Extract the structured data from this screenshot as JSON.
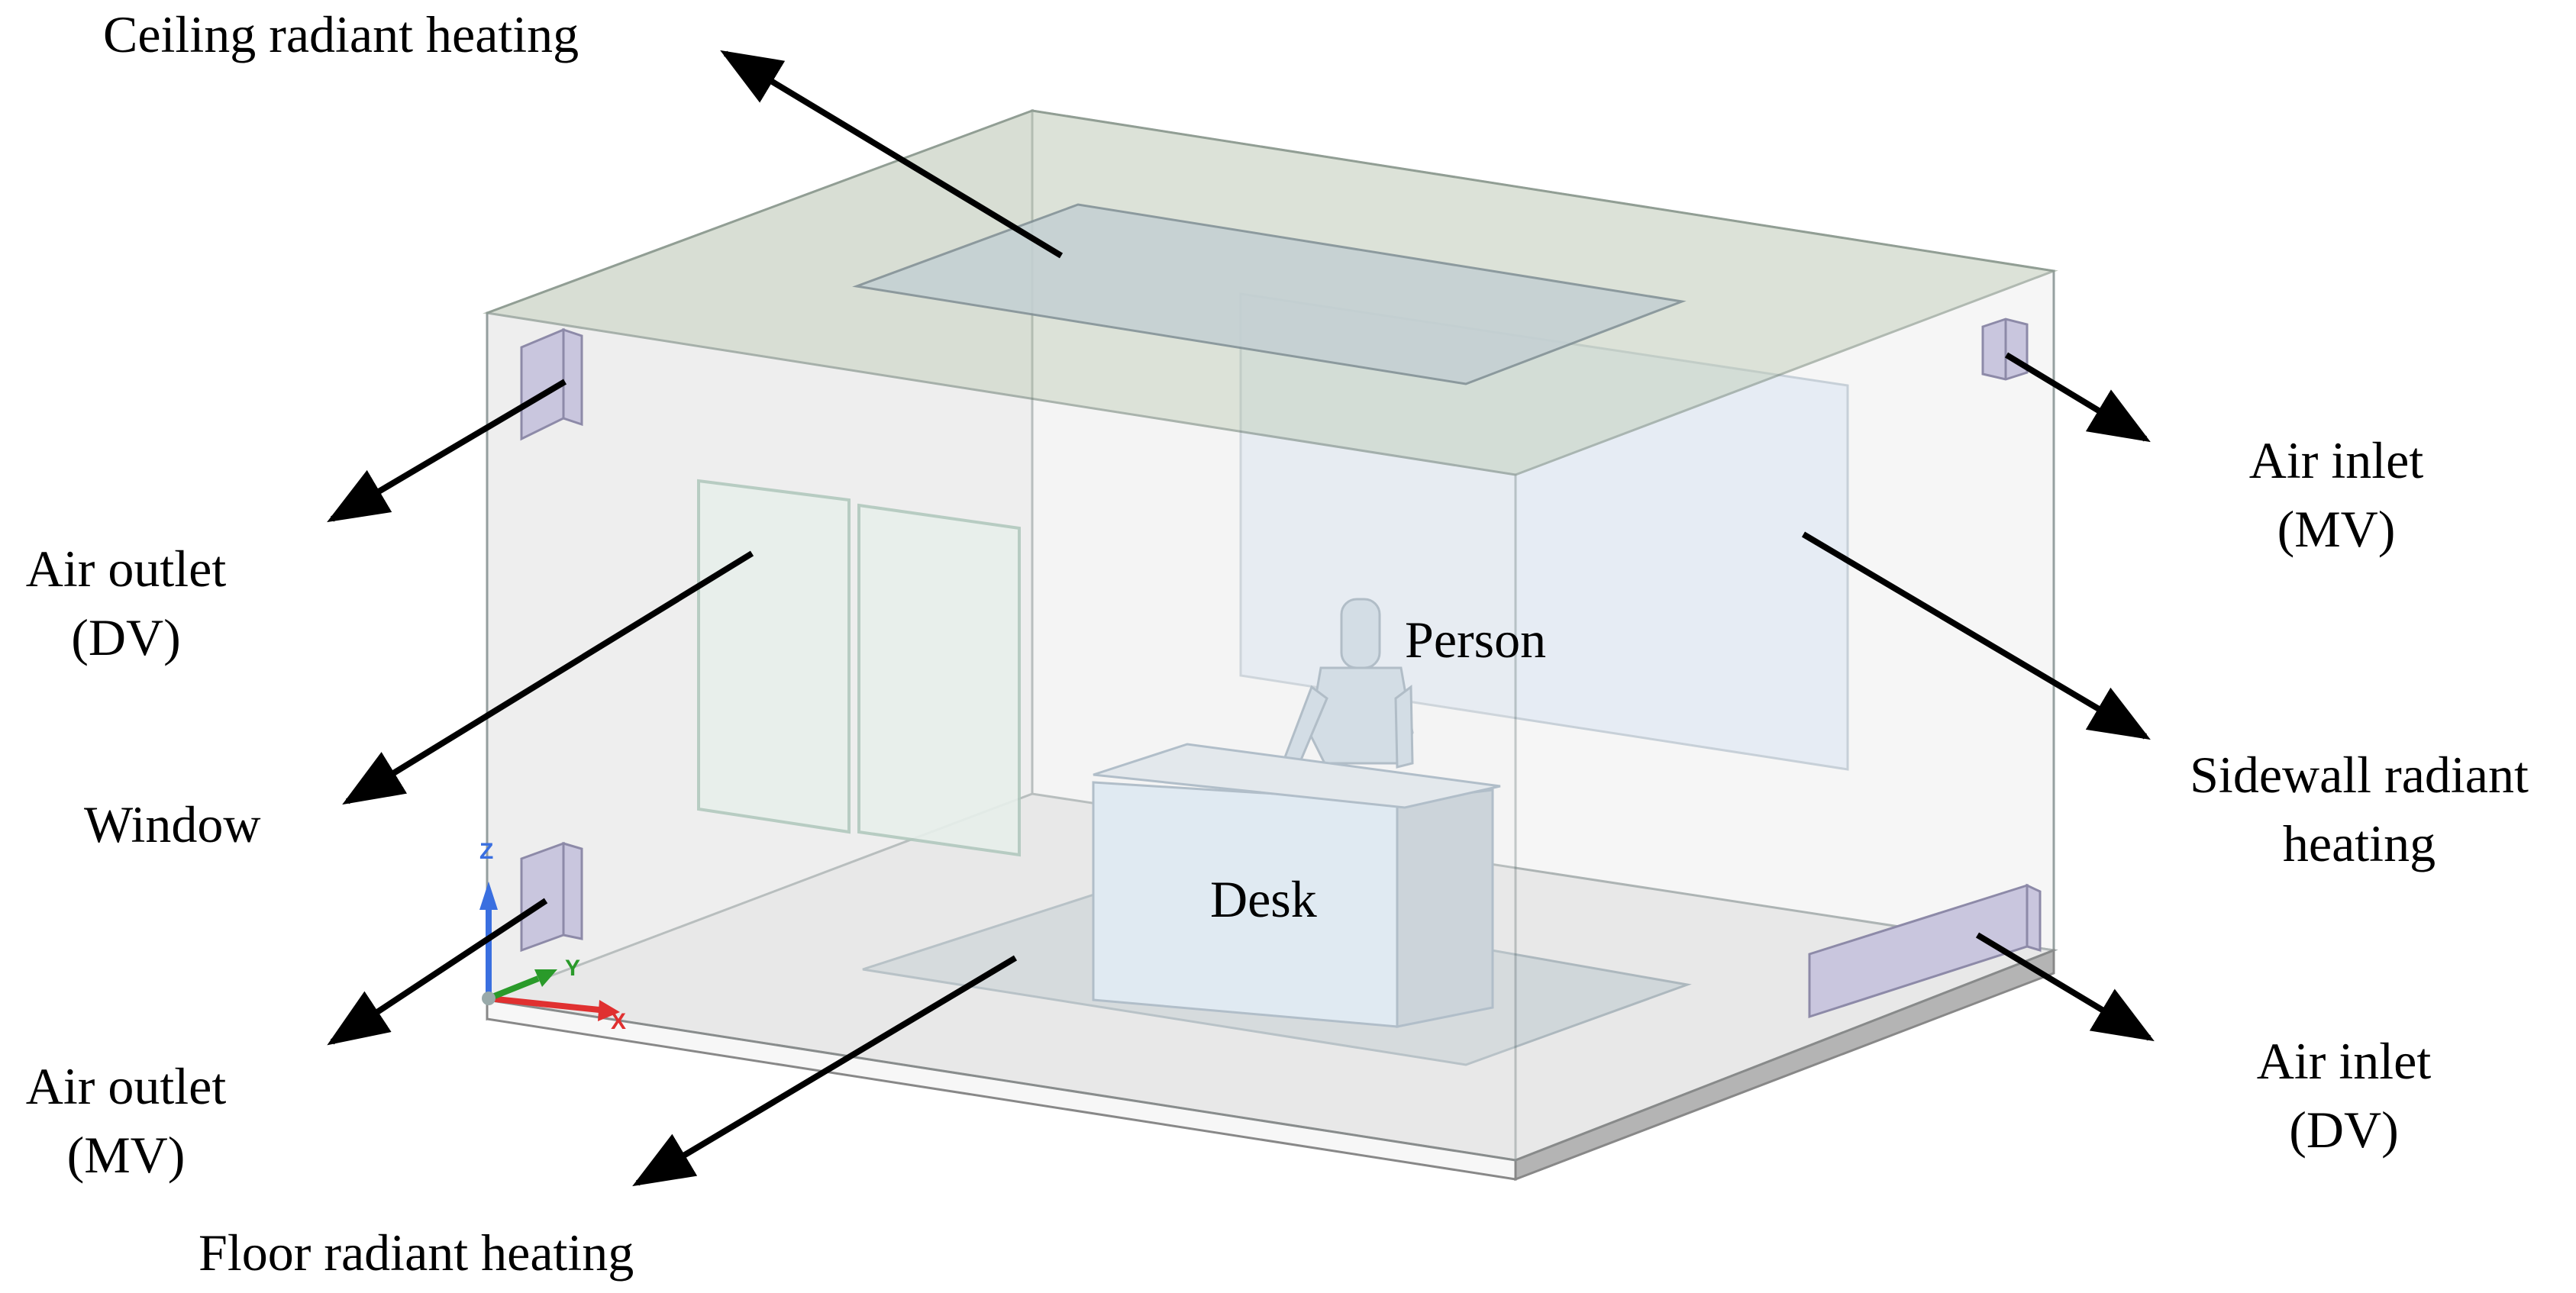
{
  "labels": {
    "ceiling": "Ceiling  radiant  heating",
    "air_outlet_dv_1": "Air outlet",
    "air_outlet_dv_2": "(DV)",
    "window": "Window",
    "air_outlet_mv_1": "Air outlet",
    "air_outlet_mv_2": "(MV)",
    "floor": "Floor radiant heating",
    "person": "Person",
    "desk": "Desk",
    "air_inlet_mv_1": "Air inlet",
    "air_inlet_mv_2": "(MV)",
    "sidewall_1": "Sidewall  radiant",
    "sidewall_2": "heating",
    "air_inlet_dv_1": "Air inlet",
    "air_inlet_dv_2": "(DV)"
  },
  "axes": {
    "x": "X",
    "y": "Y",
    "z": "Z"
  },
  "colors": {
    "ceiling": "#bfcbb8",
    "panel": "#cdd8e0",
    "desk": "#d7e6f3",
    "vent": "#c9c6de",
    "window": "#e2efe8",
    "axis_x": "#e03030",
    "axis_y": "#2a9a2a",
    "axis_z": "#3a6fe0"
  }
}
